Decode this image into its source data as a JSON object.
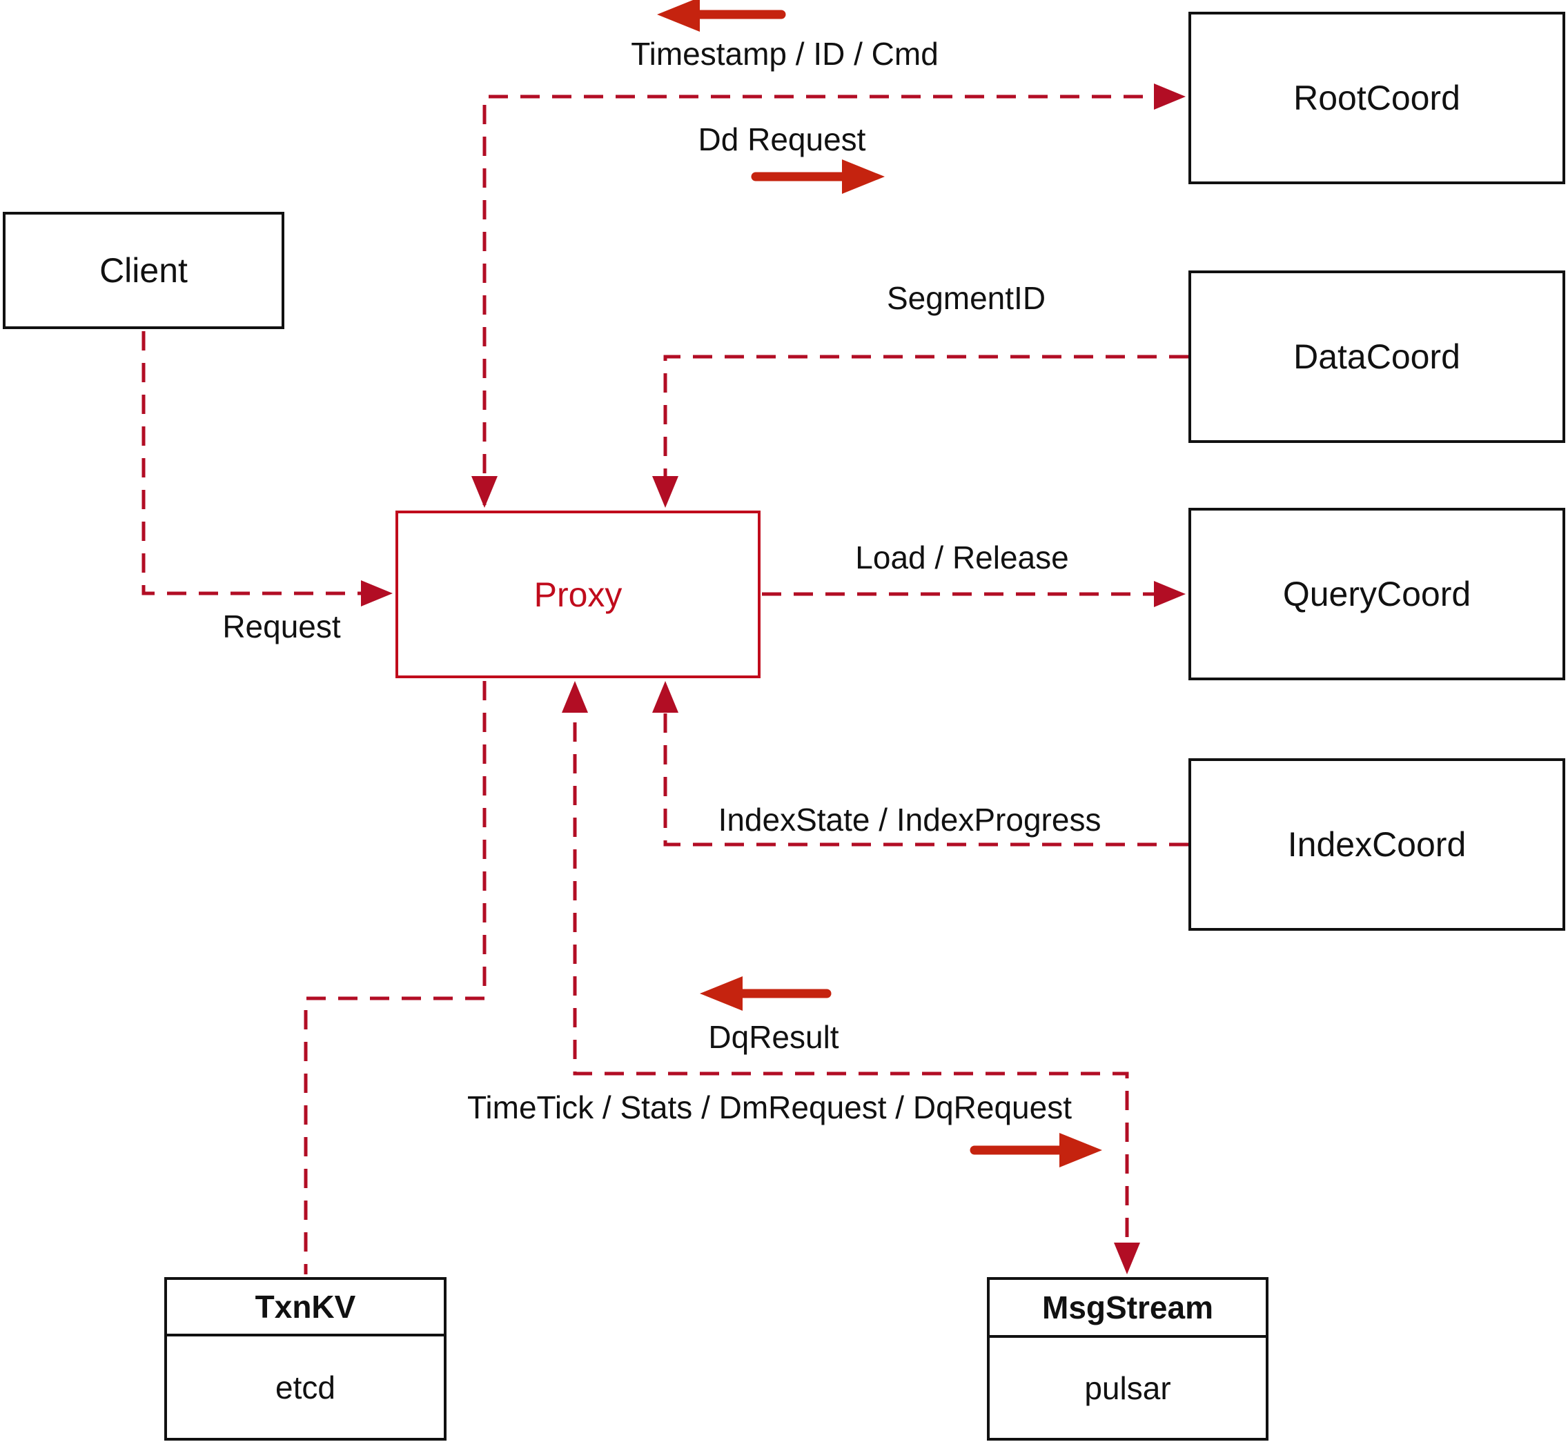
{
  "diagram": {
    "title_context": "Proxy component interaction diagram",
    "nodes": {
      "client": {
        "label": "Client"
      },
      "proxy": {
        "label": "Proxy"
      },
      "rootcoord": {
        "label": "RootCoord"
      },
      "datacoord": {
        "label": "DataCoord"
      },
      "querycoord": {
        "label": "QueryCoord"
      },
      "indexcoord": {
        "label": "IndexCoord"
      },
      "txnkv": {
        "title": "TxnKV",
        "subtitle": "etcd"
      },
      "msgstream": {
        "title": "MsgStream",
        "subtitle": "pulsar"
      }
    },
    "edge_labels": {
      "timestamp": "Timestamp / ID / Cmd",
      "dd_request": "Dd Request",
      "segment_id": "SegmentID",
      "load_release": "Load / Release",
      "index_state": "IndexState / IndexProgress",
      "request": "Request",
      "dq_result": "DqResult",
      "timetick": "TimeTick / Stats / DmRequest / DqRequest"
    },
    "colors": {
      "line_red": "#b20d24",
      "arrow_red": "#c5230f",
      "proxy_red": "#c00b1c",
      "box_black": "#111111"
    }
  }
}
